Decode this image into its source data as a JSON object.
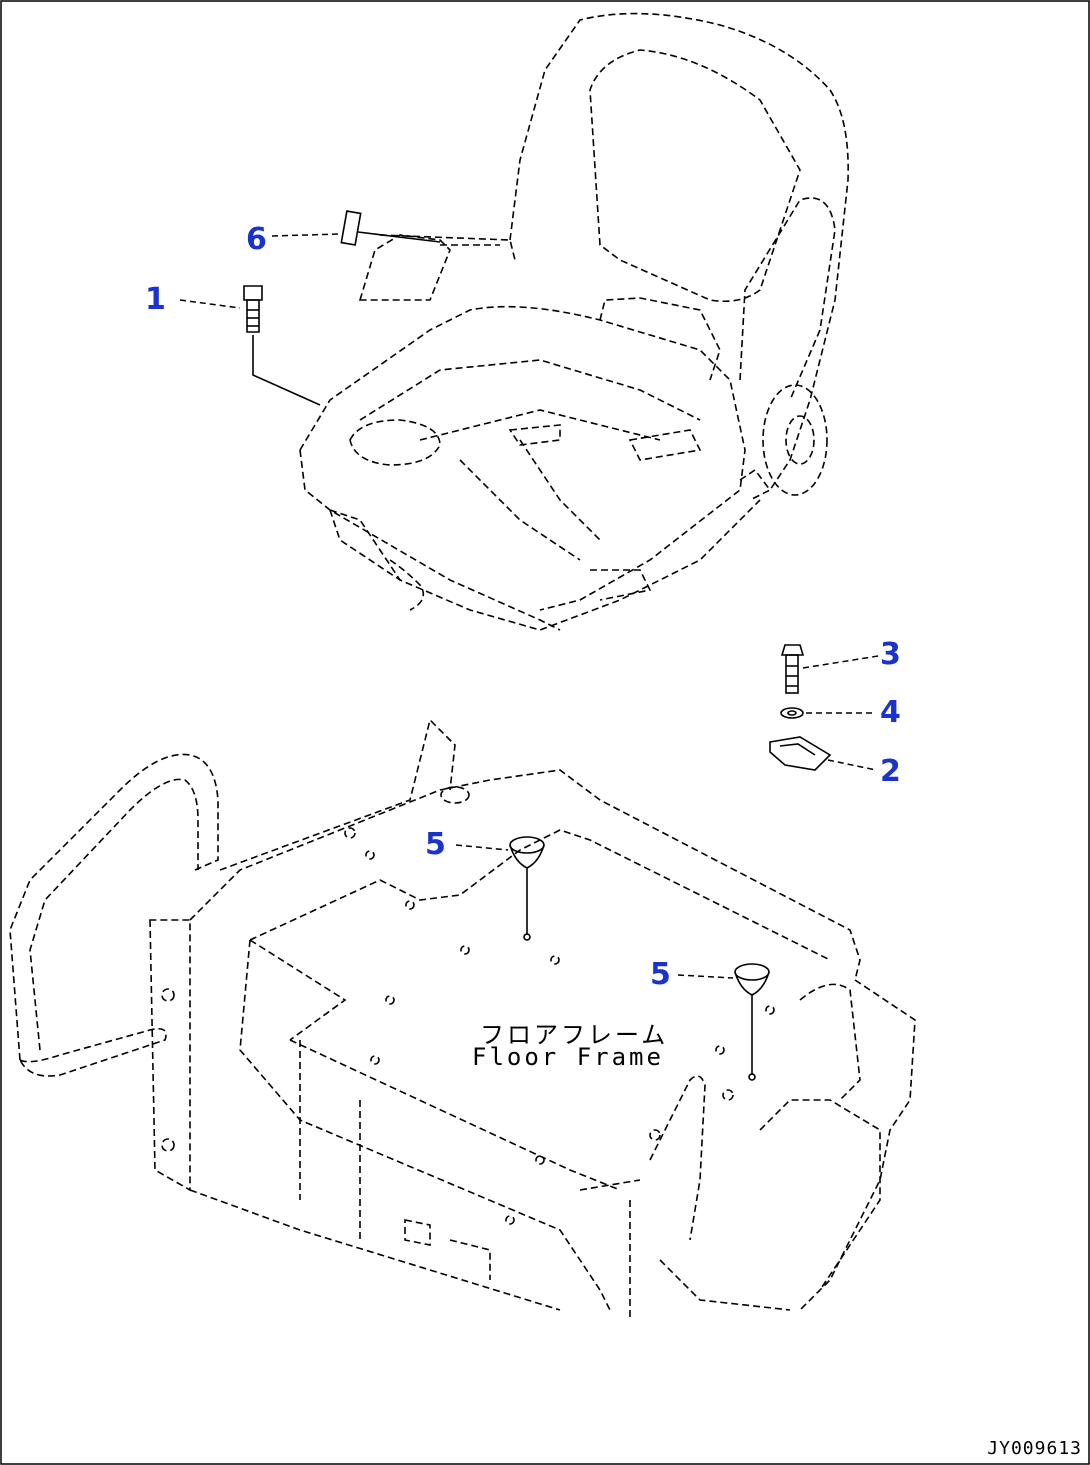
{
  "callouts": {
    "c1": "1",
    "c2": "2",
    "c3": "3",
    "c4": "4",
    "c5a": "5",
    "c5b": "5",
    "c6": "6"
  },
  "labels": {
    "floor_frame_jp": "フロアフレーム",
    "floor_frame_en": "Floor Frame"
  },
  "drawing_code": "JY009613",
  "colors": {
    "callout": "#1a33cc",
    "line": "#000000",
    "background": "#ffffff"
  }
}
